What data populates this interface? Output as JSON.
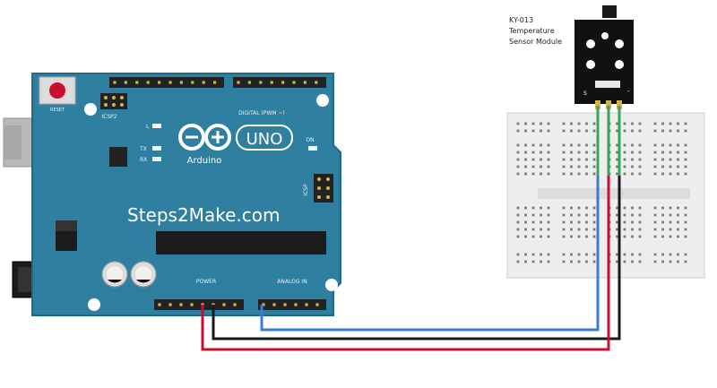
{
  "arduino": {
    "brand": "Steps2Make.com",
    "logo_model": "UNO",
    "logo_text": "Arduino",
    "reset_label": "RESET",
    "icsp_label": "ICSP2",
    "icsp1_label": "ICSP",
    "on_label": "ON",
    "led_l": "L",
    "led_tx": "TX",
    "led_rx": "RX",
    "digital_label": "DIGITAL (PWM ~)",
    "power_label": "POWER",
    "analog_label": "ANALOG IN"
  },
  "sensor": {
    "line1": "KY-013",
    "line2": "Temperature",
    "line3": "Sensor Module",
    "pin_s": "S",
    "pin_minus": "-"
  },
  "colors": {
    "board": "#2f7fa0",
    "board_edge": "#1f6a8a",
    "breadboard": "#eeeeee",
    "wire_red": "#c8102e",
    "wire_black": "#1a1a1a",
    "wire_blue": "#3a7bd5",
    "wire_green": "#3aa655"
  }
}
